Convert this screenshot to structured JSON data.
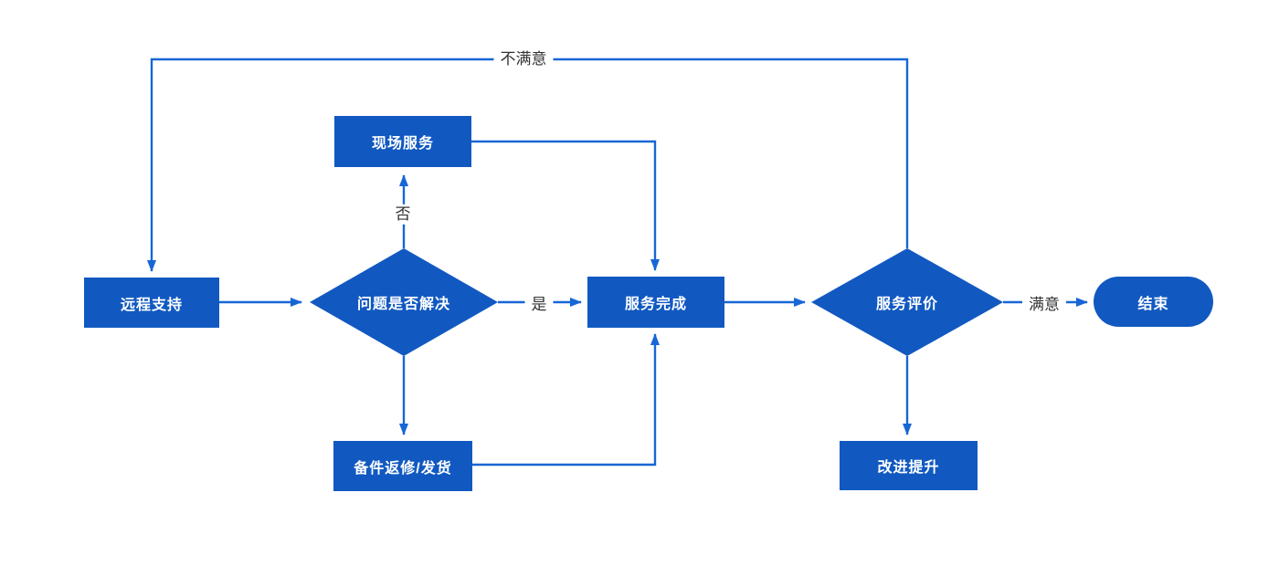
{
  "diagram": {
    "shape_fill_color": "#1159C1",
    "line_color": "#1766D6",
    "node_text_color": "#FFFFFF",
    "edge_label_color": "#333333"
  },
  "nodes": {
    "remote_support": {
      "label": "远程支持",
      "shape": "rectangle"
    },
    "problem_solved": {
      "label": "问题是否解决",
      "shape": "decision-diamond"
    },
    "onsite_service": {
      "label": "现场服务",
      "shape": "rectangle"
    },
    "service_complete": {
      "label": "服务完成",
      "shape": "rectangle"
    },
    "spare_parts": {
      "label": "备件返修/发货",
      "shape": "rectangle"
    },
    "service_evaluation": {
      "label": "服务评价",
      "shape": "decision-diamond"
    },
    "end": {
      "label": "结束",
      "shape": "terminator-pill"
    },
    "improvement": {
      "label": "改进提升",
      "shape": "rectangle"
    }
  },
  "edge_labels": {
    "yes": "是",
    "no": "否",
    "satisfied": "满意",
    "unsatisfied": "不满意"
  },
  "flow": [
    {
      "from": "远程支持",
      "to": "问题是否解决",
      "label": ""
    },
    {
      "from": "问题是否解决",
      "to": "现场服务",
      "label": "否"
    },
    {
      "from": "问题是否解决",
      "to": "服务完成",
      "label": "是"
    },
    {
      "from": "问题是否解决",
      "to": "备件返修/发货",
      "label": ""
    },
    {
      "from": "现场服务",
      "to": "服务完成",
      "label": ""
    },
    {
      "from": "备件返修/发货",
      "to": "服务完成",
      "label": ""
    },
    {
      "from": "服务完成",
      "to": "服务评价",
      "label": ""
    },
    {
      "from": "服务评价",
      "to": "结束",
      "label": "满意"
    },
    {
      "from": "服务评价",
      "to": "改进提升",
      "label": ""
    },
    {
      "from": "服务评价",
      "to": "远程支持",
      "label": "不满意"
    }
  ]
}
